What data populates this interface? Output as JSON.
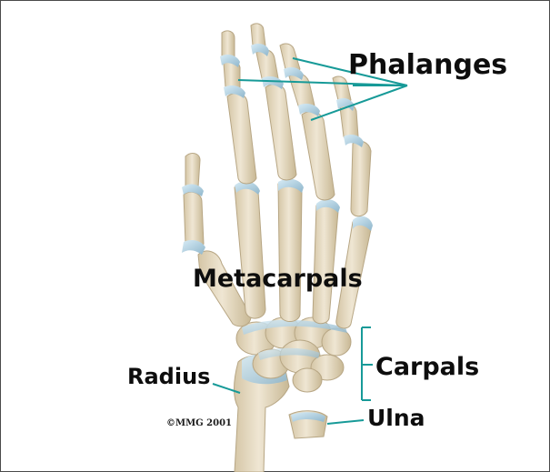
{
  "labels": {
    "phalanges": "Phalanges",
    "metacarpals": "Metacarpals",
    "carpals": "Carpals",
    "radius": "Radius",
    "ulna": "Ulna"
  },
  "copyright": "©MMG 2001",
  "colors": {
    "bone": "#e7dcc6",
    "bone_shadow": "#cbbd9f",
    "joint": "#aed0e2",
    "leader": "#179a98",
    "text": "#0d0d0d",
    "frame": "#4a4a4a"
  }
}
